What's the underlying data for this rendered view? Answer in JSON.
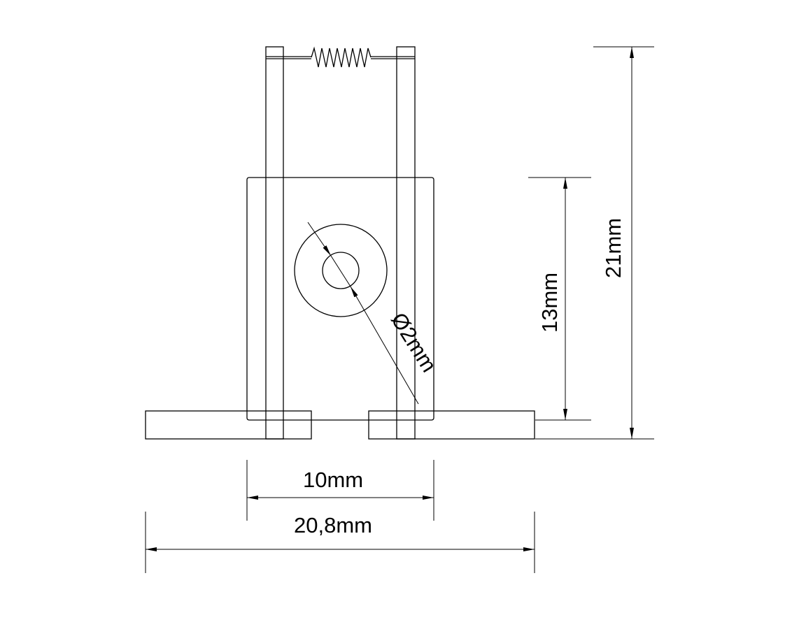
{
  "drawing": {
    "stroke_color": "#000000",
    "background": "#ffffff",
    "dimensions": {
      "hole_diameter": "Ø2mm",
      "body_height": "13mm",
      "total_height": "21mm",
      "body_width": "10mm",
      "total_width": "20,8mm"
    }
  }
}
